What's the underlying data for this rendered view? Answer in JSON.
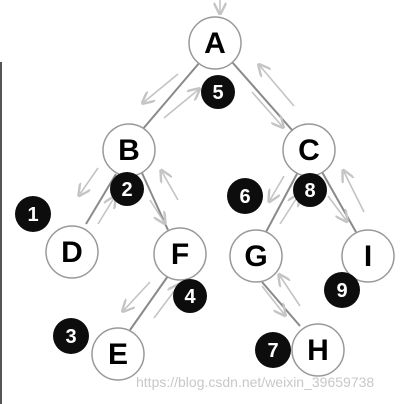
{
  "nodes": [
    {
      "id": "A",
      "label": "A"
    },
    {
      "id": "B",
      "label": "B"
    },
    {
      "id": "C",
      "label": "C"
    },
    {
      "id": "D",
      "label": "D"
    },
    {
      "id": "F",
      "label": "F"
    },
    {
      "id": "G",
      "label": "G"
    },
    {
      "id": "I",
      "label": "I"
    },
    {
      "id": "E",
      "label": "E"
    },
    {
      "id": "H",
      "label": "H"
    }
  ],
  "badges": [
    {
      "id": "b1",
      "label": "1"
    },
    {
      "id": "b2",
      "label": "2"
    },
    {
      "id": "b3",
      "label": "3"
    },
    {
      "id": "b4",
      "label": "4"
    },
    {
      "id": "b5",
      "label": "5"
    },
    {
      "id": "b6",
      "label": "6"
    },
    {
      "id": "b7",
      "label": "7"
    },
    {
      "id": "b8",
      "label": "8"
    },
    {
      "id": "b9",
      "label": "9"
    }
  ],
  "watermark": "https://blog.csdn.net/weixin_39659738",
  "colors": {
    "edge": "#8a8a8a",
    "arrow": "#c4c4c4",
    "node_fill": "#ffffff",
    "node_stroke": "#999999",
    "badge_fill": "#0d0d0d",
    "badge_text": "#ffffff",
    "watermark": "#c8c8c8"
  }
}
